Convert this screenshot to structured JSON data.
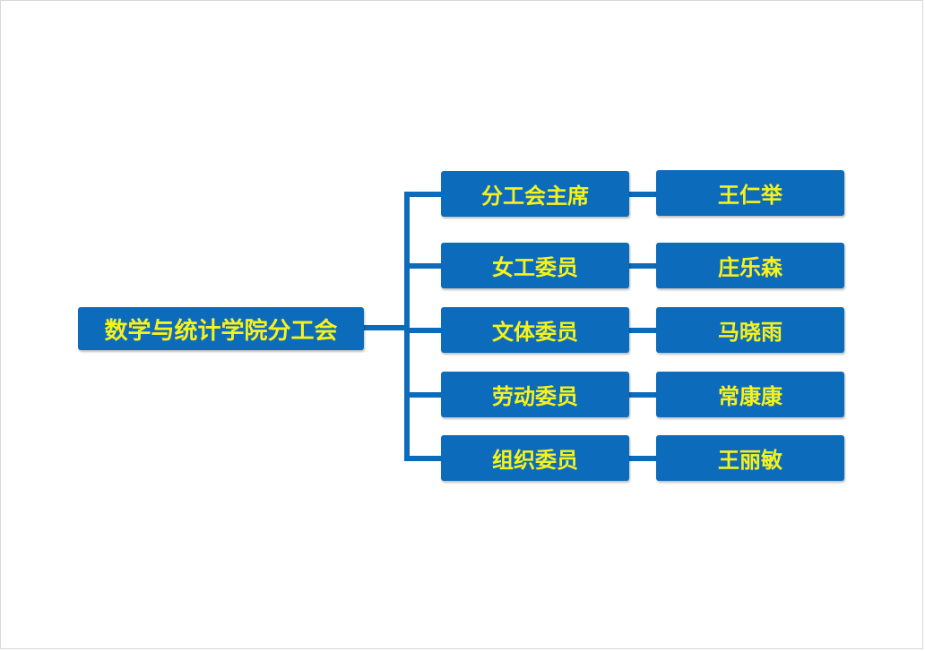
{
  "diagram": {
    "root": "数学与统计学院分工会",
    "branches": [
      {
        "role": "分工会主席",
        "person": "王仁举"
      },
      {
        "role": "女工委员",
        "person": "庄乐森"
      },
      {
        "role": "文体委员",
        "person": "马晓雨"
      },
      {
        "role": "劳动委员",
        "person": "常康康"
      },
      {
        "role": "组织委员",
        "person": "王丽敏"
      }
    ],
    "colors": {
      "box_fill": "#0d6bbb",
      "text": "#f7f21c",
      "connector": "#0d6bbb"
    }
  }
}
